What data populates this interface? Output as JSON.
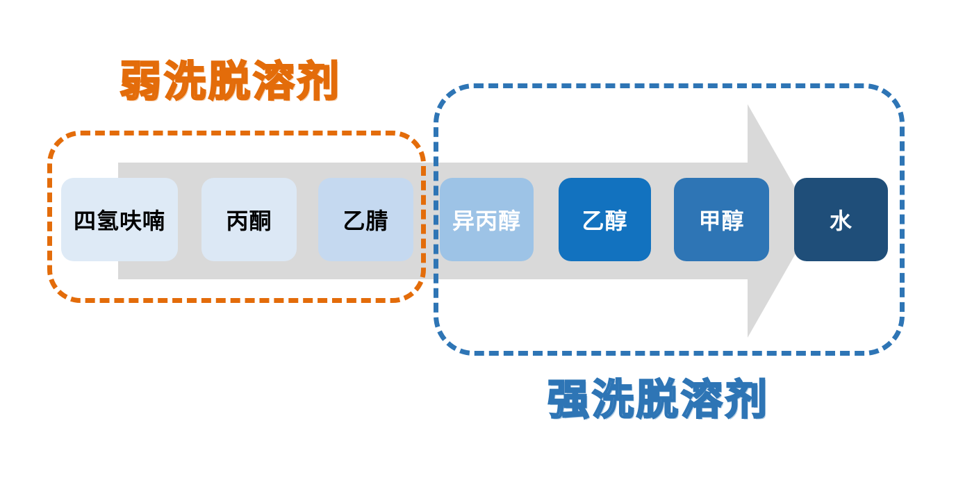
{
  "labels": {
    "weak_group": "弱洗脱溶剂",
    "strong_group": "强洗脱溶剂"
  },
  "colors": {
    "weak_accent": "#E36C0A",
    "strong_accent": "#2E75B5",
    "arrow": "#D9D9D9"
  },
  "solvents": [
    {
      "name": "tetrahydrofuran",
      "label": "四氢呋喃",
      "bg": "#DEEAF6",
      "text": "#000000",
      "group": "weak"
    },
    {
      "name": "acetone",
      "label": "丙酮",
      "bg": "#DCE8F5",
      "text": "#000000",
      "group": "weak"
    },
    {
      "name": "acetonitrile",
      "label": "乙腈",
      "bg": "#C5D9F0",
      "text": "#000000",
      "group": "weak"
    },
    {
      "name": "isopropanol",
      "label": "异丙醇",
      "bg": "#9DC3E6",
      "text": "#FFFFFF",
      "group": "strong"
    },
    {
      "name": "ethanol",
      "label": "乙醇",
      "bg": "#1272BF",
      "text": "#FFFFFF",
      "group": "strong"
    },
    {
      "name": "methanol",
      "label": "甲醇",
      "bg": "#2E75B5",
      "text": "#FFFFFF",
      "group": "strong"
    },
    {
      "name": "water",
      "label": "水",
      "bg": "#1F4E79",
      "text": "#FFFFFF",
      "group": "strong"
    }
  ]
}
